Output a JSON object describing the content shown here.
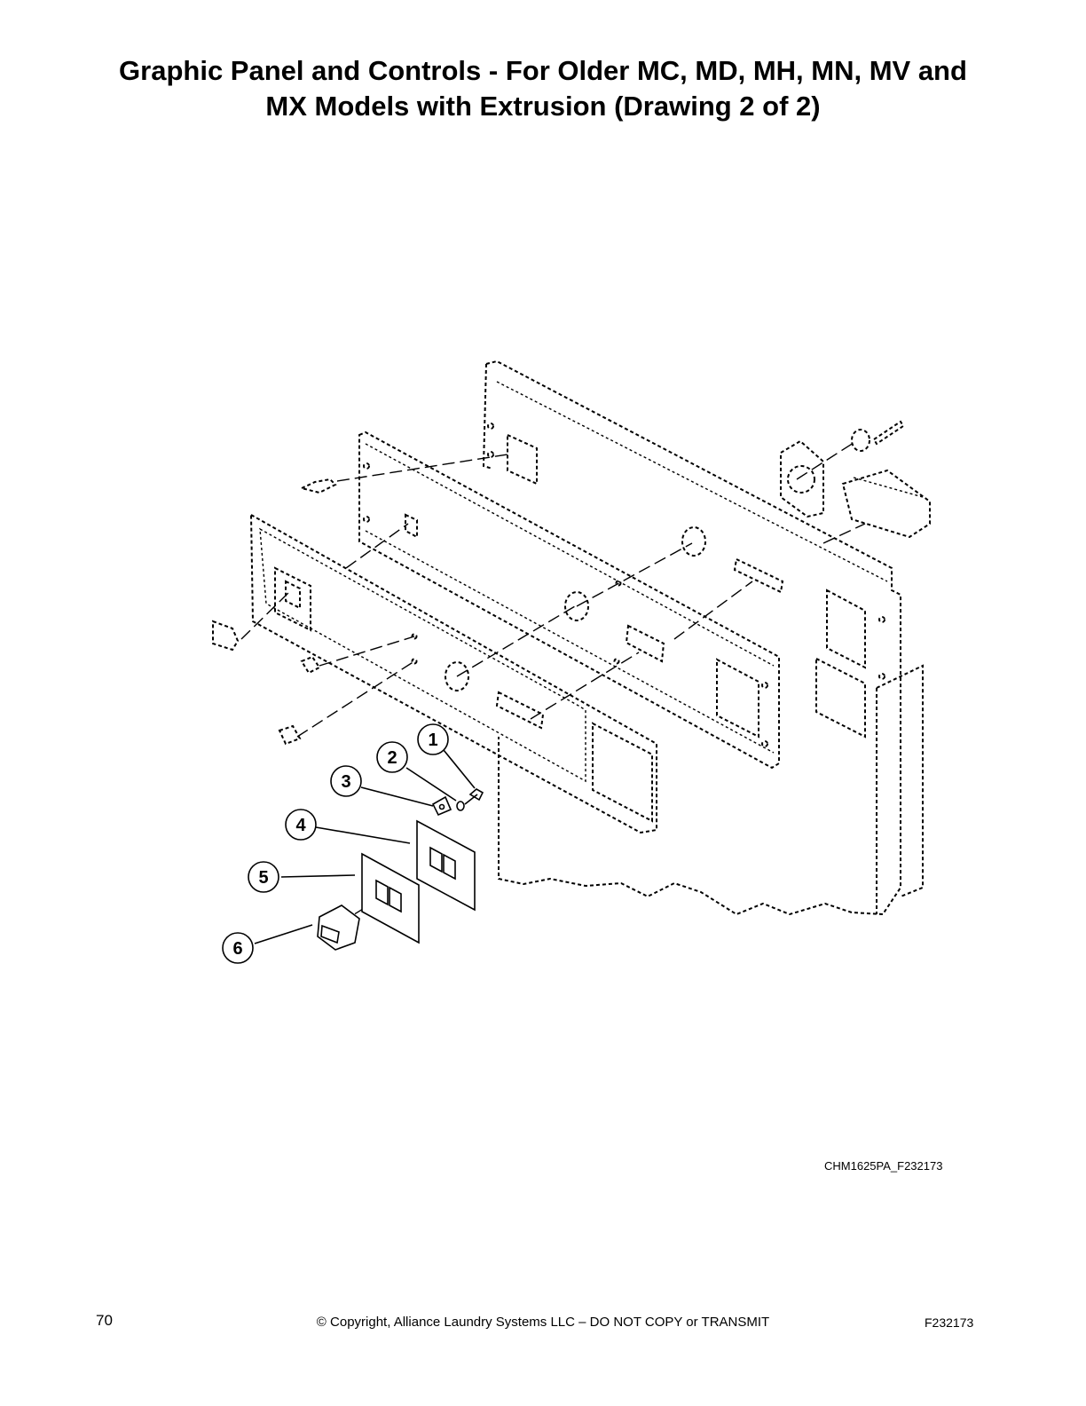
{
  "title": {
    "line1": "Graphic Panel and Controls - For Older MC, MD, MH, MN, MV and",
    "line2": "MX Models with Extrusion (Drawing 2 of 2)"
  },
  "callouts": [
    "1",
    "2",
    "3",
    "4",
    "5",
    "6"
  ],
  "drawing_id": "CHM1625PA_F232173",
  "footer": {
    "page_number": "70",
    "copyright": "© Copyright, Alliance Laundry Systems LLC – DO NOT COPY or TRANSMIT",
    "doc_code": "F232173"
  }
}
